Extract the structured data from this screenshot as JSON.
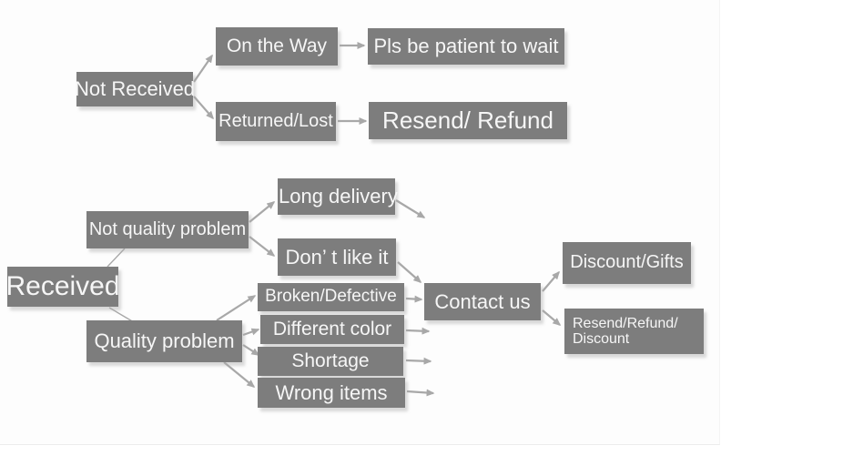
{
  "palette": {
    "box_fill": "#7d7d7d",
    "box_text": "#f6f6f6",
    "arrow": "#a8a8a8",
    "background": "#ffffff",
    "canvas_tint": "#fdfdfd"
  },
  "flowchart": {
    "nodes": {
      "not_received": {
        "label": "Not Received"
      },
      "on_the_way": {
        "label": "On the Way"
      },
      "pls_be_patient": {
        "label": "Pls be patient to wait"
      },
      "returned_lost": {
        "label": "Returned/Lost"
      },
      "resend_refund": {
        "label": "Resend/ Refund"
      },
      "received": {
        "label": "Received"
      },
      "not_quality_problem": {
        "label": "Not quality problem"
      },
      "long_delivery": {
        "label": "Long delivery"
      },
      "dont_like_it": {
        "label": "Don’ t like it"
      },
      "broken_defective": {
        "label": "Broken/Defective"
      },
      "different_color": {
        "label": "Different color"
      },
      "shortage": {
        "label": "Shortage"
      },
      "wrong_items": {
        "label": "Wrong items"
      },
      "quality_problem": {
        "label": "Quality problem"
      },
      "contact_us": {
        "label": "Contact us"
      },
      "discount_gifts": {
        "label": "Discount/Gifts"
      },
      "resend_refund_discount": {
        "label": "Resend/Refund/\nDiscount"
      }
    },
    "edges": [
      {
        "from": "Not Received",
        "to": "On the Way"
      },
      {
        "from": "Not Received",
        "to": "Returned/Lost"
      },
      {
        "from": "On the Way",
        "to": "Pls be patient to wait"
      },
      {
        "from": "Returned/Lost",
        "to": "Resend/ Refund"
      },
      {
        "from": "Received",
        "to": "Not quality problem"
      },
      {
        "from": "Received",
        "to": "Quality problem"
      },
      {
        "from": "Not quality problem",
        "to": "Long delivery"
      },
      {
        "from": "Not quality problem",
        "to": "Don’ t like it"
      },
      {
        "from": "Long delivery",
        "to": ""
      },
      {
        "from": "Don’ t like it",
        "to": "Contact us"
      },
      {
        "from": "Quality problem",
        "to": "Broken/Defective"
      },
      {
        "from": "Quality problem",
        "to": "Different color"
      },
      {
        "from": "Quality problem",
        "to": "Shortage"
      },
      {
        "from": "Quality problem",
        "to": "Wrong items"
      },
      {
        "from": "Broken/Defective",
        "to": "Contact us"
      },
      {
        "from": "Different color",
        "to": ""
      },
      {
        "from": "Shortage",
        "to": ""
      },
      {
        "from": "Wrong items",
        "to": ""
      },
      {
        "from": "Contact us",
        "to": "Discount/Gifts"
      },
      {
        "from": "Contact us",
        "to": "Resend/Refund/Discount"
      }
    ]
  }
}
